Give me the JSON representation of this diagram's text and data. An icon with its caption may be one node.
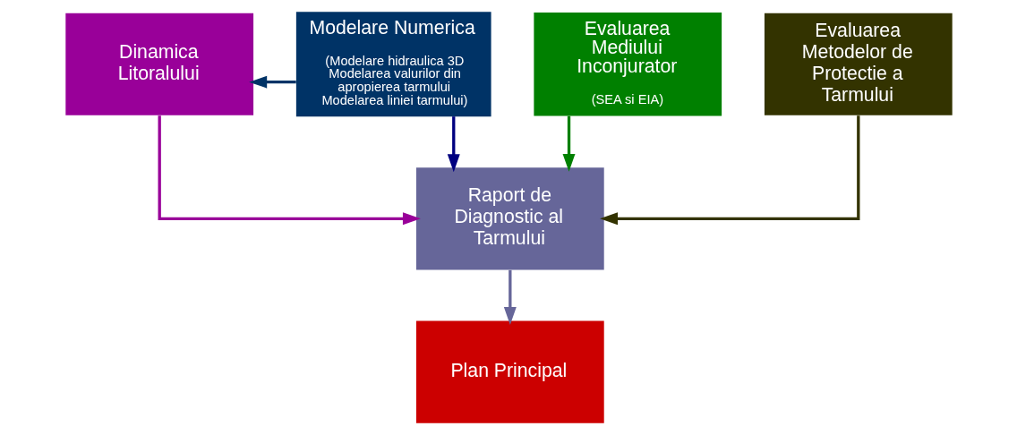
{
  "diagram": {
    "nodes": [
      {
        "text": [
          "Dinamica Litoralului"
        ]
      },
      {
        "text": [
          "Modelare Numerica",
          "(Modelare hidraulica 3D Modelarea valurilor din apropierea tarmului Modelarea liniei tarmului)"
        ]
      },
      {
        "text": [
          "Evaluarea Mediului Inconjurator",
          "(SEA si EIA)"
        ]
      },
      {
        "text": [
          "Evaluarea Metodelor de Protectie a Tarmului"
        ]
      },
      {
        "text": [
          "Raport de Diagnostic al Tarmului"
        ]
      },
      {
        "text": [
          "Plan Principal"
        ]
      }
    ],
    "edges": [
      {
        "from": 1,
        "to": 0,
        "arrow": "to",
        "color": "#003366"
      },
      {
        "from": 0,
        "to": 4,
        "arrow": "to",
        "color": "#990099"
      },
      {
        "from": 1,
        "to": 4,
        "arrow": "to",
        "color": "#000080"
      },
      {
        "from": 2,
        "to": 4,
        "arrow": "to",
        "color": "#008000"
      },
      {
        "from": 3,
        "to": 4,
        "arrow": "to",
        "color": "#333300"
      },
      {
        "from": 4,
        "to": 5,
        "arrow": "to",
        "color": "#666699"
      }
    ]
  }
}
